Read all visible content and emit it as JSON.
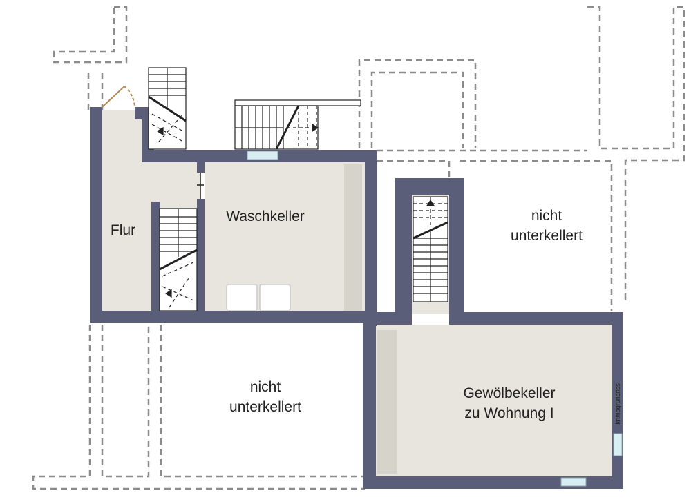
{
  "rooms": {
    "flur": "Flur",
    "waschkeller": "Waschkeller",
    "nicht_unterkellert_right": [
      "nicht",
      "unterkellert"
    ],
    "nicht_unterkellert_bottom": [
      "nicht",
      "unterkellert"
    ],
    "gewoelbekeller": [
      "Gewölbekeller",
      "zu Wohnung I"
    ]
  },
  "watermark": "Immogrundriss",
  "colors": {
    "wall": "#5a5e78",
    "floor": "#e8e5de",
    "outline_dashed": "#8c8c8c",
    "window": "#d9eef2"
  }
}
